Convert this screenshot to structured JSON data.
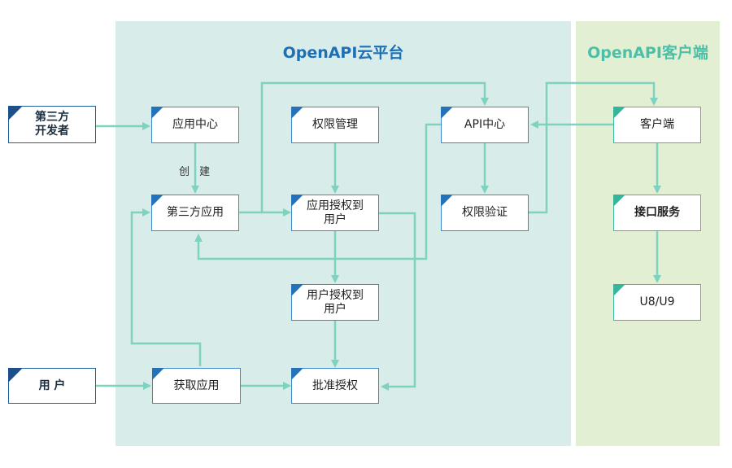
{
  "panels": {
    "cloud_title": "OpenAPI云平台",
    "client_title": "OpenAPI客户端"
  },
  "actors": {
    "third_party_dev": "第三方\n开发者",
    "user": "用 户"
  },
  "nodes": {
    "app_center": "应用中心",
    "perm_mgmt": "权限管理",
    "api_center": "API中心",
    "client": "客户端",
    "third_app": "第三方应用",
    "app_auth_user": "应用授权到\n用户",
    "perm_verify": "权限验证",
    "interface_service": "接口服务",
    "user_auth_user": "用户授权到\n用户",
    "u8u9": "U8/U9",
    "get_app": "获取应用",
    "approve_auth": "批准授权"
  },
  "edge_labels": {
    "create": "创 建"
  },
  "colors": {
    "cloud_panel": "#d8ede9",
    "client_panel": "#e3efd2",
    "arrow": "#7fd1c0",
    "blue_accent": "#2572b8",
    "green_accent": "#36b49c"
  }
}
